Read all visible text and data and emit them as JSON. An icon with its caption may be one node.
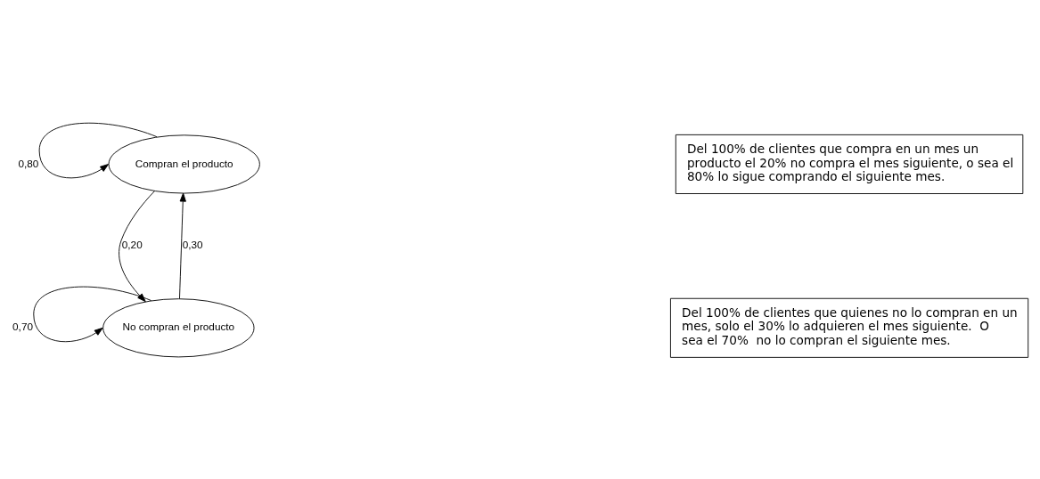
{
  "diagram": {
    "nodes": [
      {
        "text": [
          "Compran el producto"
        ]
      },
      {
        "text": [
          "No compran el producto"
        ]
      },
      {
        "text": [
          "Del 100% de clientes que compra en un mes un producto el 20% no compra el mes siguiente, o sea el 80% lo sigue comprando el siguiente mes."
        ]
      },
      {
        "text": [
          "Del 100% de clientes que quienes no lo compran en un mes, solo el 30% lo adquieren el mes siguiente.  O sea el 70%  no lo compran el siguiente mes."
        ]
      }
    ],
    "edges": [
      {
        "from": 0,
        "to": 0,
        "arrow": "to",
        "label": "0,80"
      },
      {
        "from": 0,
        "to": 1,
        "arrow": "to",
        "label": "0,20"
      },
      {
        "from": 1,
        "to": 0,
        "arrow": "to",
        "label": "0,30"
      },
      {
        "from": 1,
        "to": 1,
        "arrow": "to",
        "label": "0,70"
      }
    ]
  }
}
